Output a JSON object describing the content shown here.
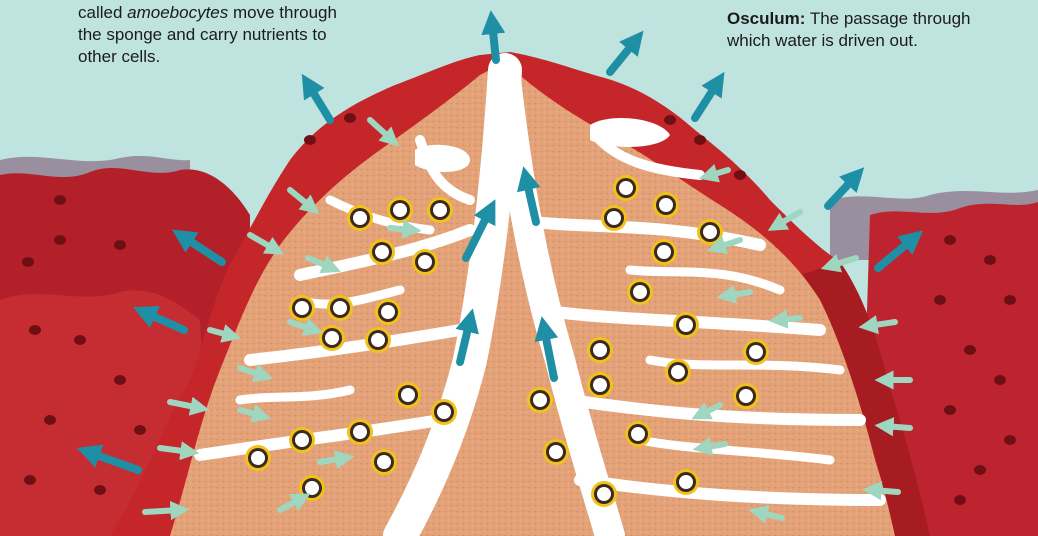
{
  "captions": {
    "amoebocytes": {
      "prefix": "called ",
      "term": "amoebocytes",
      "line1_rest": " move through",
      "line2": "the sponge and carry nutrients to",
      "line3": "other cells."
    },
    "osculum": {
      "term": "Osculum:",
      "line1_rest": " The passage through",
      "line2": "which water is driven out."
    }
  },
  "colors": {
    "water_bg": "#bfe3df",
    "sponge_wall": "#c4262a",
    "sponge_wall_dark": "#8e1418",
    "interior": "#e3a278",
    "canals": "#ffffff",
    "outflow_arrow": "#1f8fa6",
    "inflow_arrow": "#9fd6c0",
    "choanocyte_ring": "#f2c21b",
    "distant_rocks": "#9a8f9e"
  },
  "icons": {
    "outflow": "outflow-arrow-icon",
    "inflow": "inflow-arrow-icon",
    "chamber": "choanocyte-chamber-icon"
  }
}
